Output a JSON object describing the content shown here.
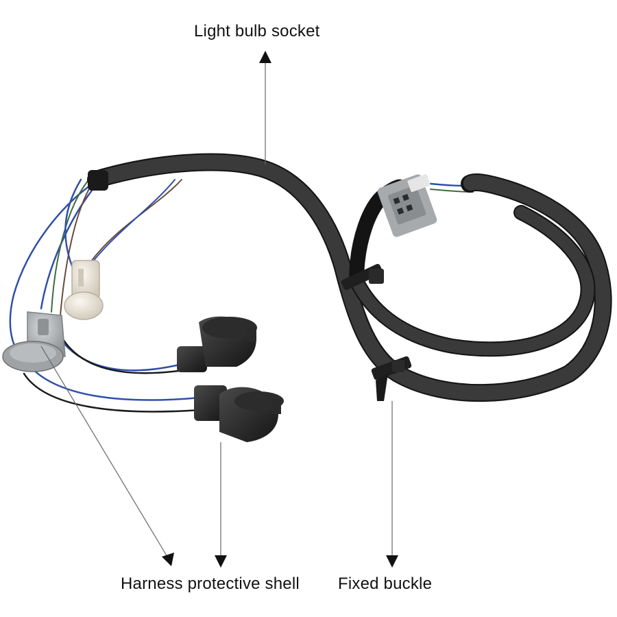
{
  "annotations": {
    "light_bulb_socket": "Light bulb socket",
    "harness_protective_shell": "Harness protective shell",
    "fixed_buckle": "Fixed buckle"
  },
  "colors": {
    "background": "#ffffff",
    "conduit": "#1c1c1c",
    "conduit_ridge": "#3a3a3a",
    "socket_black": "#262626",
    "socket_grey": "#b9bcbe",
    "socket_white": "#ece7dc",
    "connector_grey": "#a7aaad",
    "wire_blue": "#2f4fa8",
    "wire_green": "#3c6b3a",
    "wire_brown": "#6b4a3a",
    "wire_black": "#1a1a1a",
    "arrow": "#111111"
  },
  "icons": {
    "arrow": "arrowhead-triangle"
  }
}
